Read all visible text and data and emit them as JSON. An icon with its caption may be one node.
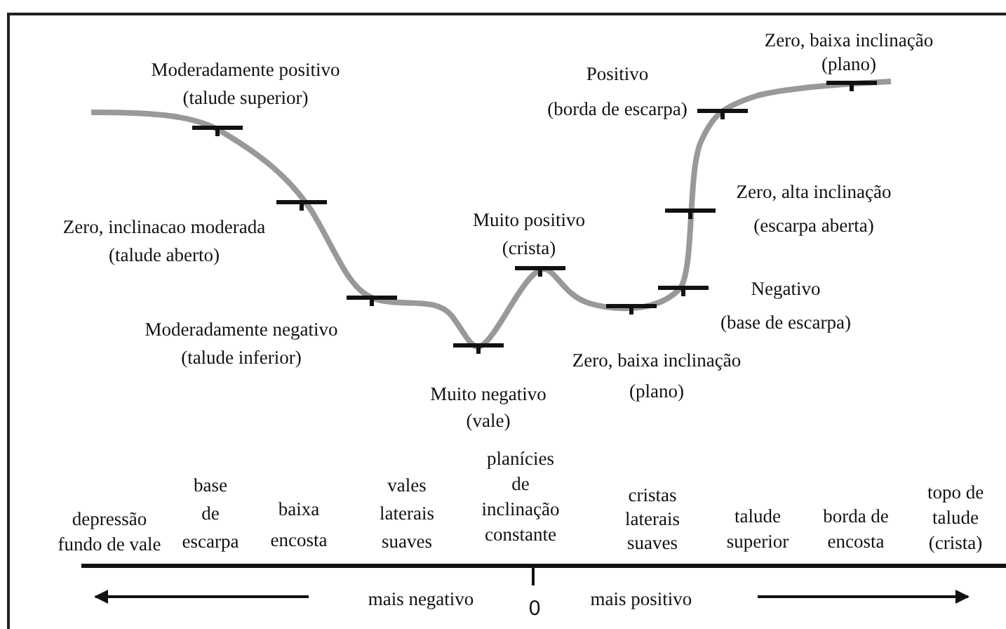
{
  "diagram": {
    "labels": [
      "Zero, baixa inclinação (plano)",
      "Moderadamente positivo (talude superior)",
      "Positivo (borda de escarpa)",
      "Zero, alta inclinação (escarpa aberta)",
      "Zero, inclinacao moderada (talude aberto)",
      "Muito positivo (crista)",
      "Negativo (base de escarpa)",
      "Moderadamente negativo (talude inferior)",
      "Zero, baixa inclinação (plano)",
      "Muito negativo (vale)",
      "planícies de inclinação constante",
      "base de escarpa",
      "topo de talude (crista)",
      "vales laterais suaves",
      "baixa encosta",
      "cristas laterais suaves",
      "talude superior",
      "borda de encosta",
      "depressão fundo de vale",
      "mais negativo",
      "mais positivo",
      "0"
    ]
  }
}
